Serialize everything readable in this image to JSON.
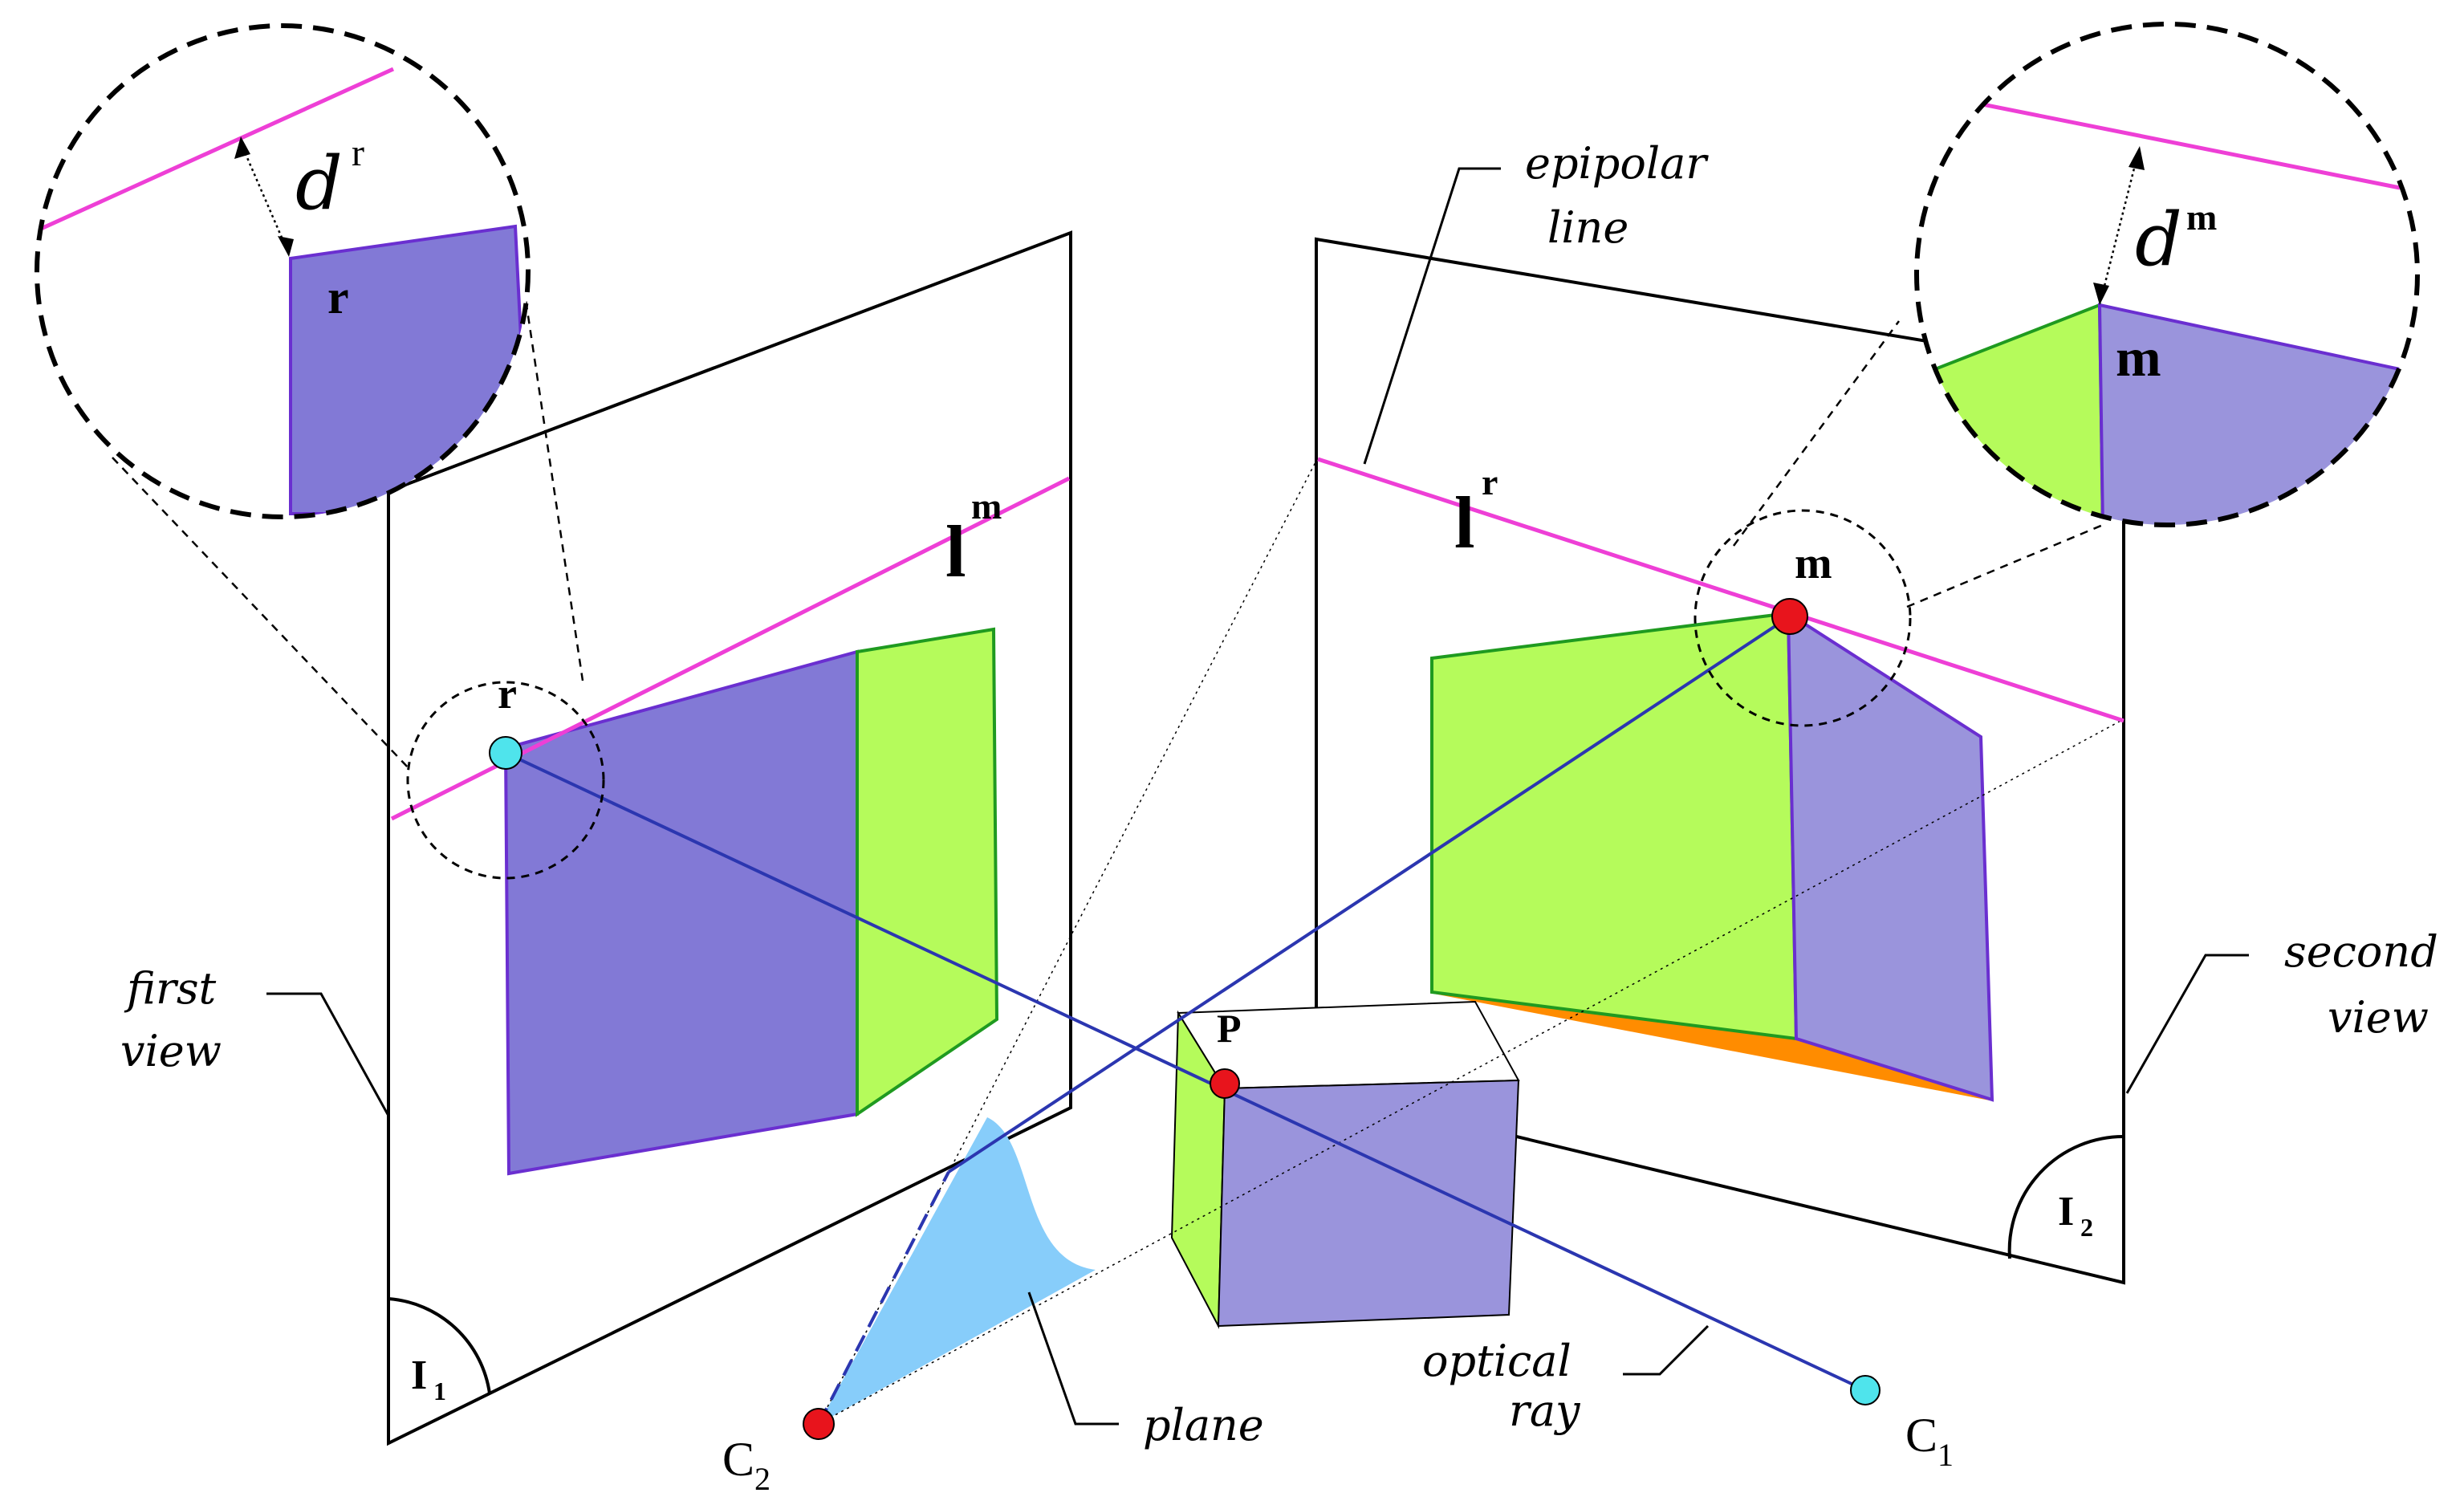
{
  "labels": {
    "epipolar_line": [
      "epipolar",
      "line"
    ],
    "first_view": [
      "first",
      "view"
    ],
    "second_view": [
      "second",
      "view"
    ],
    "plane": "plane",
    "optical_ray": [
      "optical",
      "ray"
    ],
    "point_P": "P",
    "point_r": "r",
    "point_m": "m",
    "line_lm": {
      "base": "l",
      "sup": "m"
    },
    "line_lr": {
      "base": "l",
      "sup": "r"
    },
    "dist_dr": {
      "base": "d",
      "sup": "r"
    },
    "dist_dm": {
      "base": "d",
      "sup": "m"
    },
    "zoom_r_label": "r",
    "zoom_m_label": "m",
    "image_I1": {
      "base": "I",
      "sub": "1"
    },
    "image_I2": {
      "base": "I",
      "sub": "2"
    },
    "camera_C1": {
      "base": "C",
      "sub": "1"
    },
    "camera_C2": {
      "base": "C",
      "sub": "2"
    }
  },
  "colors": {
    "purple": "#8279d6",
    "purple_light": "#9a94dc",
    "purple_edge": "#6a2fd0",
    "green": "#b5fb5b",
    "green_edge": "#1f9a20",
    "magenta": "#ee3fd6",
    "blue_ray": "#2b36b0",
    "cyan": "#4fe4ec",
    "red": "#e8141c",
    "orange": "#ff8c00",
    "light_blue": "#87cdfa"
  }
}
